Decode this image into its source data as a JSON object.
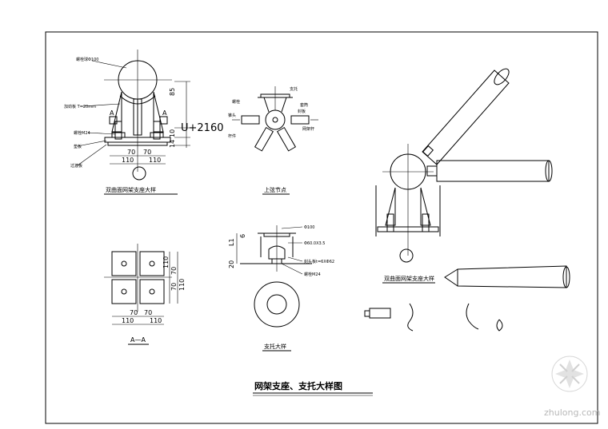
{
  "drawing": {
    "title": "网架支座、支托大样图",
    "overlay_text": "U+2160"
  },
  "views": {
    "support_detail": {
      "caption": "双曲面网架支座大样",
      "callouts": [
        "螺栓球Φ100",
        "加劲板 T=20mm",
        "螺栓M24",
        "垫板",
        "过渡板"
      ],
      "dims": {
        "top": "85",
        "mid1": "14",
        "mid2": "10",
        "w1": "70",
        "w2": "70",
        "w3": "110",
        "w4": "110"
      },
      "section_mark": "A"
    },
    "top_chord_node": {
      "caption": "上弦节点",
      "callouts": [
        "支托",
        "螺栓",
        "封板",
        "锥头",
        "杆件",
        "套筒",
        "网架杆"
      ]
    },
    "base_plate_section": {
      "caption": "A—A",
      "dims": {
        "r1": "110",
        "r2": "70",
        "r3": "70",
        "r4": "110",
        "b1": "70",
        "b2": "70",
        "b3": "110",
        "b4": "110"
      }
    },
    "bracket_detail": {
      "caption": "支托大样",
      "callouts": [
        "Φ100",
        "Φ60.0X3.5",
        "封头板t=6XΦ62",
        "螺栓M24"
      ],
      "dims": {
        "l1": "L1",
        "d1": "6",
        "d2": "20"
      }
    },
    "curved_support": {
      "caption": "双曲面网架支座大样"
    }
  },
  "watermark": {
    "text": "zhulong.com"
  }
}
